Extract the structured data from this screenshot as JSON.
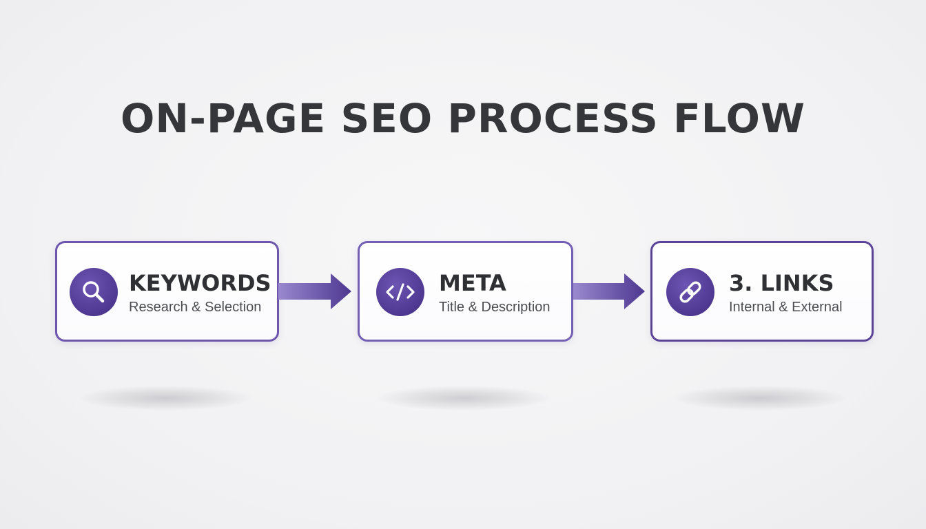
{
  "title": "ON-PAGE SEO PROCESS FLOW",
  "colors": {
    "accent": "#5b4498",
    "border": "#6e56ad",
    "text_dark": "#35363a",
    "background": "#f3f3f5"
  },
  "steps": [
    {
      "label": "KEYWORDS",
      "description": "Research & Selection",
      "icon": "search-icon"
    },
    {
      "label": "META",
      "description": "Title & Description",
      "icon": "code-icon"
    },
    {
      "label": "3. LINKS",
      "description": "Internal & External",
      "icon": "link-icon"
    }
  ]
}
